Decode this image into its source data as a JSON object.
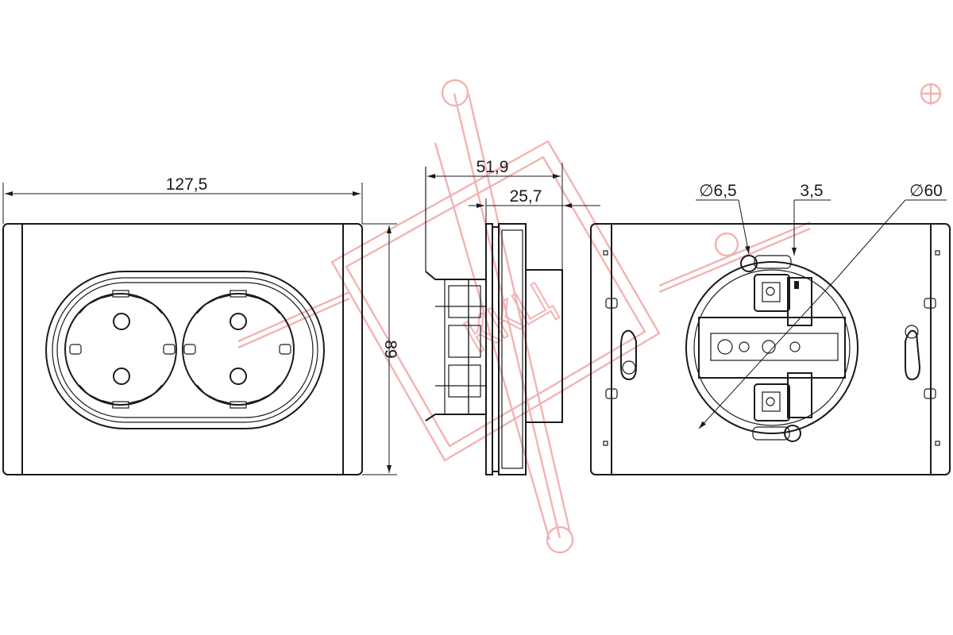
{
  "dimensions": {
    "front_width": "127,5",
    "front_height": "89",
    "side_depth_total": "51,9",
    "side_depth_front": "25,7",
    "back_hole_diameter": "∅6,5",
    "back_offset": "3,5",
    "back_box_diameter": "∅60"
  },
  "watermark": {
    "text": "ККЦ"
  }
}
